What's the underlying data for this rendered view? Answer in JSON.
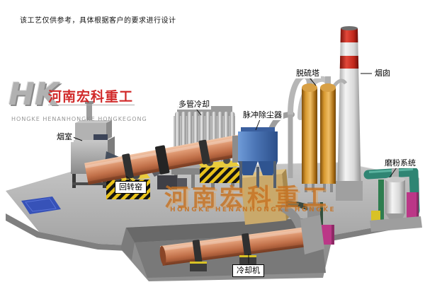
{
  "disclaimer": "该工艺仅供参考，具体根据客户的要求进行设计",
  "logo": {
    "monogram": "HK",
    "company_cn": "河南宏科重工",
    "company_en": "HONGKE HENANHONGKE HONGKEGONG"
  },
  "watermark": {
    "company_cn": "河南宏科重工",
    "company_en": "HONGKE HENANHONGKE HONGKE"
  },
  "labels": {
    "smoke_chamber": "烟室",
    "rotary_kiln": "回转窑",
    "multi_tube_cooler": "多管冷却",
    "pulse_dust_collector": "脉冲除尘器",
    "desulfurization_tower": "脱硫塔",
    "chimney": "烟囱",
    "grinding_system": "磨粉系统",
    "cooling_machine": "冷却机"
  },
  "colors": {
    "kiln_salmon": "#c9805c",
    "dust_collector_blue": "#4a74b4",
    "desulfurization_orange": "#c07a1e",
    "chimney_red": "#c8271d",
    "hazard_yellow": "#e8c21a",
    "platform_gray": "#b2b2b2",
    "watermark_orange": "#c57020"
  }
}
